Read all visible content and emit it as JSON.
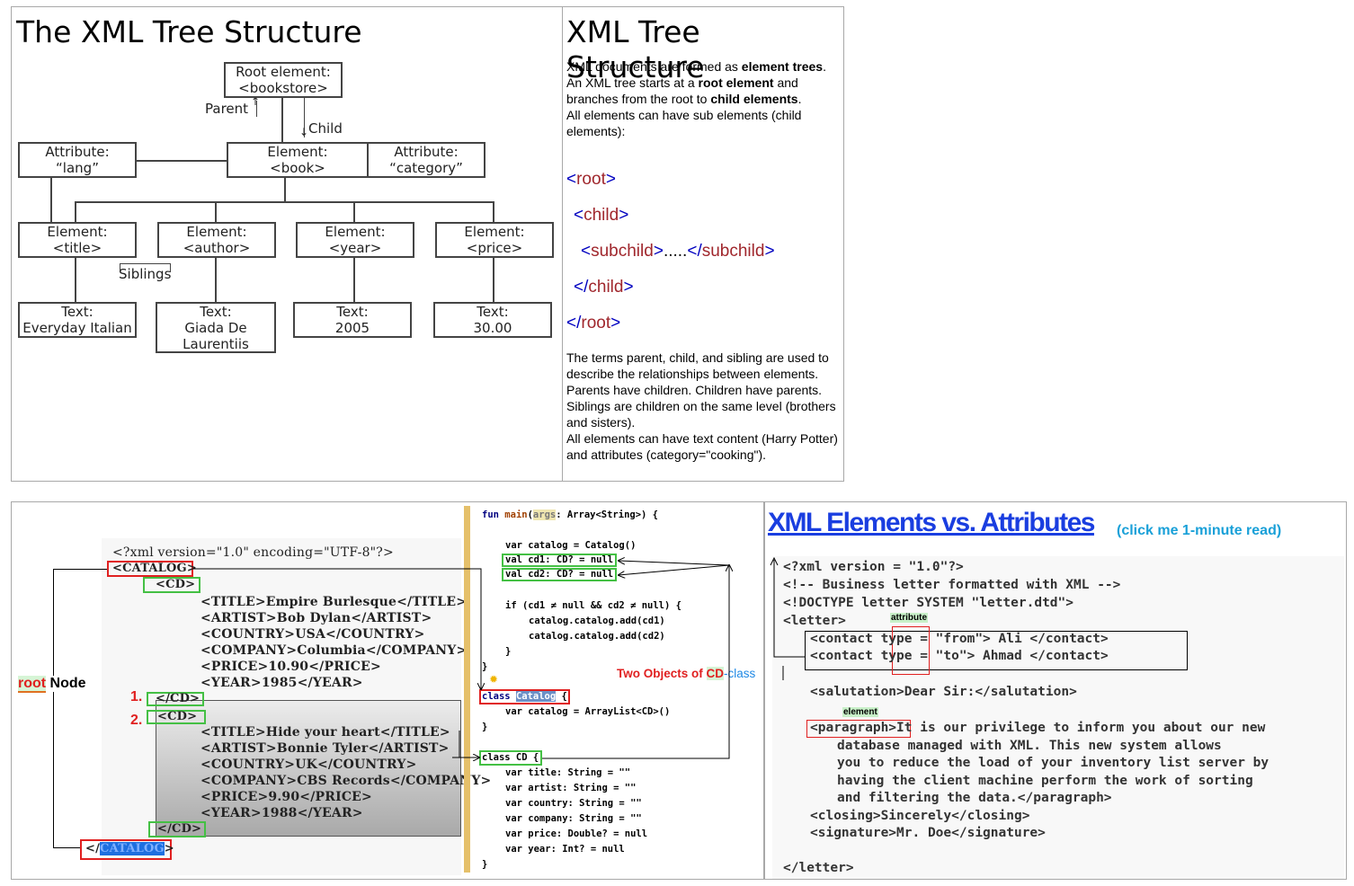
{
  "tree_panel": {
    "title": "The XML Tree Structure",
    "root_node": [
      "Root element:",
      "<bookstore>"
    ],
    "parent_label": "Parent",
    "child_label": "Child",
    "siblings_label": "Siblings",
    "book_node": [
      "Element:",
      "<book>"
    ],
    "attr_lang": [
      "Attribute:",
      "“lang”"
    ],
    "attr_category": [
      "Attribute:",
      "“category”"
    ],
    "elements": [
      [
        "Element:",
        "<title>"
      ],
      [
        "Element:",
        "<author>"
      ],
      [
        "Element:",
        "<year>"
      ],
      [
        "Element:",
        "<price>"
      ]
    ],
    "texts": [
      [
        "Text:",
        "Everyday Italian"
      ],
      [
        "Text:",
        "Giada De",
        "Laurentiis"
      ],
      [
        "Text:",
        "2005"
      ],
      [
        "Text:",
        "30.00"
      ]
    ]
  },
  "text_panel": {
    "title": "XML Tree Structure",
    "p1_a": "XML documents are formed as ",
    "p1_b": "element trees",
    "p1_c": ".",
    "p2_a": "An XML tree starts at a ",
    "p2_b": "root element",
    "p2_c": " and branches from the root to ",
    "p2_d": "child elements",
    "p2_e": ".",
    "p3": "All elements can have sub elements (child elements):",
    "code": {
      "root_open": "root",
      "child_open": "child",
      "subchild": "subchild",
      "dots": ".....",
      "child_close": "child",
      "root_close": "root"
    },
    "p4": "The terms parent, child, and sibling are used to describe the relationships between elements.",
    "p5": "Parents have children. Children have parents.",
    "p6": "Siblings are children on the same level (brothers and sisters).",
    "p7": "All elements can have text content (Harry Potter) and attributes (category=\"cooking\")."
  },
  "catalog_panel": {
    "decl": "<?xml version=\"1.0\" encoding=\"UTF-8\"?>",
    "catalog_open": "<CATALOG>",
    "cd_open": "<CD>",
    "cd_close": "</CD>",
    "cd1_lines": [
      "<TITLE>Empire Burlesque</TITLE>",
      "<ARTIST>Bob Dylan</ARTIST>",
      "<COUNTRY>USA</COUNTRY>",
      "<COMPANY>Columbia</COMPANY>",
      "<PRICE>10.90</PRICE>",
      "<YEAR>1985</YEAR>"
    ],
    "cd2_lines": [
      "<TITLE>Hide your heart</TITLE>",
      "<ARTIST>Bonnie Tyler</ARTIST>",
      "<COUNTRY>UK</COUNTRY>",
      "<COMPANY>CBS Records</COMPANY>",
      "<PRICE>9.90</PRICE>",
      "<YEAR>1988</YEAR>"
    ],
    "catalog_close_a": "</",
    "catalog_close_b": "CATALOG",
    "catalog_close_c": ">",
    "root_word": "root",
    "node_word": " Node",
    "num1": "1.",
    "num2": "2.",
    "two_objects_a": "Two Objects of ",
    "two_objects_b": "CD",
    "two_objects_c": "-class",
    "kotlin": {
      "main": "fun main(args: Array<String>) {",
      "var_catalog": "var catalog = Catalog()",
      "val_cd1": "val cd1: CD? = null",
      "val_cd2": "val cd2: CD? = null",
      "if_line": "if (cd1 ≠ null && cd2 ≠ null) {",
      "add1": "catalog.catalog.add(cd1)",
      "add2": "catalog.catalog.add(cd2)",
      "close_brace": "}",
      "class_catalog_a": "class ",
      "class_catalog_b": "Catalog",
      "class_catalog_c": " {",
      "catalog_field": "var catalog = ArrayList<CD>()",
      "class_cd": "class CD {",
      "fields": [
        "var title: String = \"\"",
        "var artist: String = \"\"",
        "var country: String = \"\"",
        "var company: String = \"\"",
        "var price: Double? = null",
        "var year: Int? = null"
      ]
    }
  },
  "letter_panel": {
    "title": "XML Elements vs. Attributes",
    "subtitle": "(click me 1-minute read)",
    "attribute_tag": "attribute",
    "element_tag": "element",
    "lines": [
      "<?xml version = \"1.0\"?>",
      "<!-- Business letter formatted with XML  -->",
      "<!DOCTYPE letter SYSTEM \"letter.dtd\">",
      "<letter>",
      "<contact type = \"from\"> Ali    </contact>",
      "<contact type = \"to\"> Ahmad   </contact>",
      "<salutation>Dear Sir:</salutation>",
      "<paragraph>It is our privilege to inform you about our new",
      "database managed with XML. This new system allows",
      "you to reduce the load of your inventory list server by",
      "having the client machine perform the work of sorting",
      "and filtering the data.</paragraph>",
      "<closing>Sincerely</closing>",
      "<signature>Mr. Doe</signature>",
      "</letter>"
    ]
  }
}
